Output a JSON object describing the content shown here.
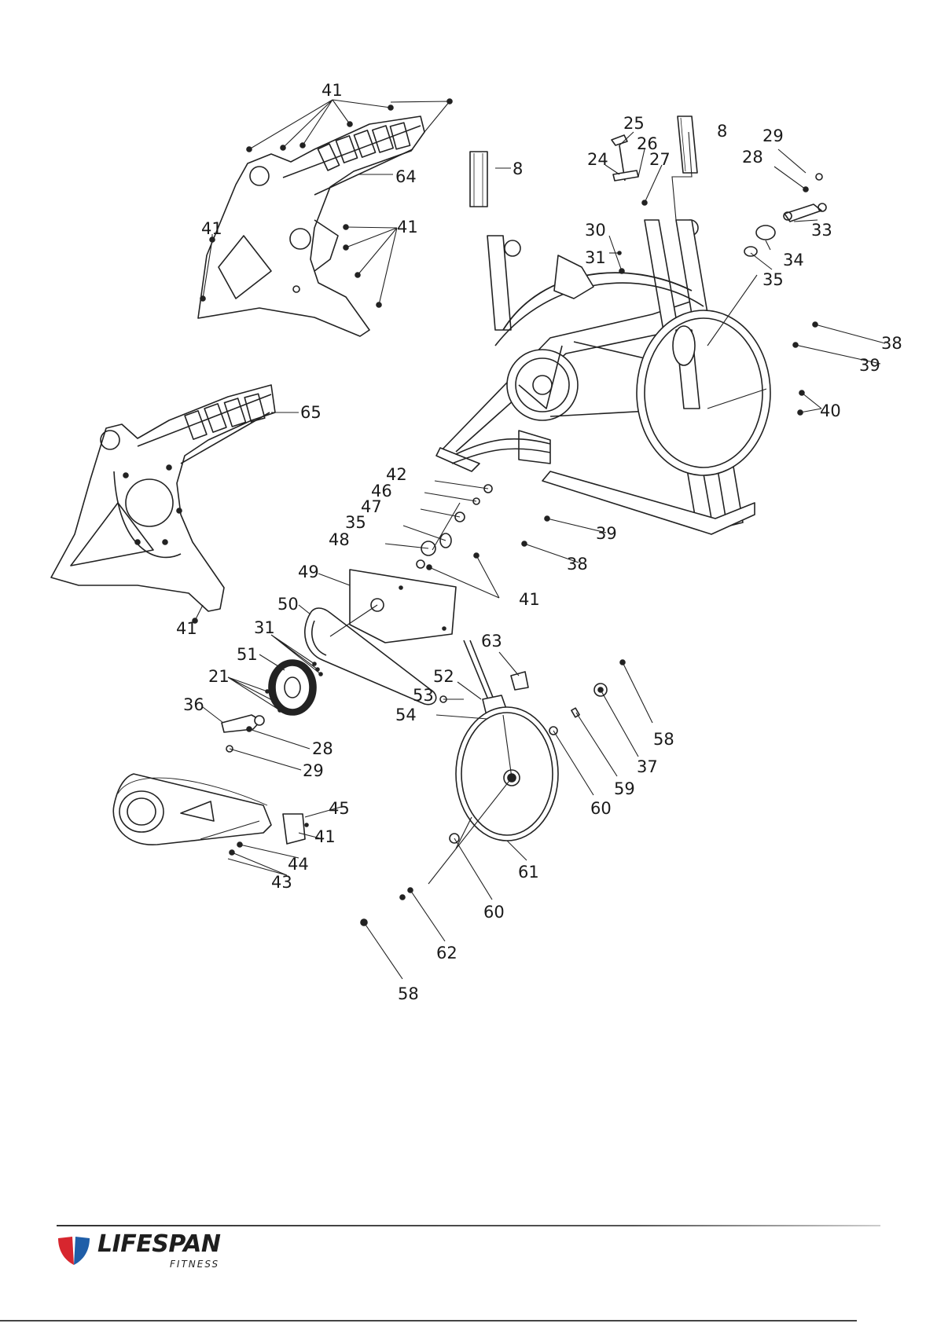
{
  "brand": {
    "name": "LIFESPAN",
    "tagline": "FITNESS",
    "colors": {
      "red": "#d7262e",
      "blue": "#1f5ea8",
      "text": "#1e1e1e"
    }
  },
  "callouts": [
    {
      "id": "c1",
      "text": "41"
    },
    {
      "id": "c2",
      "text": "64"
    },
    {
      "id": "c3",
      "text": "41"
    },
    {
      "id": "c4",
      "text": "41"
    },
    {
      "id": "c5",
      "text": "65"
    },
    {
      "id": "c6",
      "text": "41"
    },
    {
      "id": "c7",
      "text": "8"
    },
    {
      "id": "c8",
      "text": "25"
    },
    {
      "id": "c9",
      "text": "26"
    },
    {
      "id": "c10",
      "text": "24"
    },
    {
      "id": "c11",
      "text": "27"
    },
    {
      "id": "c12",
      "text": "8"
    },
    {
      "id": "c13",
      "text": "29"
    },
    {
      "id": "c14",
      "text": "28"
    },
    {
      "id": "c15",
      "text": "33"
    },
    {
      "id": "c16",
      "text": "30"
    },
    {
      "id": "c17",
      "text": "31"
    },
    {
      "id": "c18",
      "text": "34"
    },
    {
      "id": "c19",
      "text": "35"
    },
    {
      "id": "c20",
      "text": "38"
    },
    {
      "id": "c21",
      "text": "39"
    },
    {
      "id": "c22",
      "text": "40"
    },
    {
      "id": "c23",
      "text": "42"
    },
    {
      "id": "c24",
      "text": "46"
    },
    {
      "id": "c25",
      "text": "47"
    },
    {
      "id": "c26",
      "text": "35"
    },
    {
      "id": "c27",
      "text": "48"
    },
    {
      "id": "c28",
      "text": "39"
    },
    {
      "id": "c29",
      "text": "38"
    },
    {
      "id": "c30",
      "text": "49"
    },
    {
      "id": "c31",
      "text": "41"
    },
    {
      "id": "c32",
      "text": "50"
    },
    {
      "id": "c33",
      "text": "31"
    },
    {
      "id": "c34",
      "text": "51"
    },
    {
      "id": "c35",
      "text": "21"
    },
    {
      "id": "c36",
      "text": "36"
    },
    {
      "id": "c37",
      "text": "28"
    },
    {
      "id": "c38",
      "text": "29"
    },
    {
      "id": "c39",
      "text": "63"
    },
    {
      "id": "c40",
      "text": "52"
    },
    {
      "id": "c41",
      "text": "53"
    },
    {
      "id": "c42",
      "text": "54"
    },
    {
      "id": "c43",
      "text": "58"
    },
    {
      "id": "c44",
      "text": "37"
    },
    {
      "id": "c45",
      "text": "59"
    },
    {
      "id": "c46",
      "text": "60"
    },
    {
      "id": "c47",
      "text": "45"
    },
    {
      "id": "c48",
      "text": "41"
    },
    {
      "id": "c49",
      "text": "44"
    },
    {
      "id": "c50",
      "text": "43"
    },
    {
      "id": "c51",
      "text": "61"
    },
    {
      "id": "c52",
      "text": "60"
    },
    {
      "id": "c53",
      "text": "62"
    },
    {
      "id": "c54",
      "text": "58"
    }
  ]
}
